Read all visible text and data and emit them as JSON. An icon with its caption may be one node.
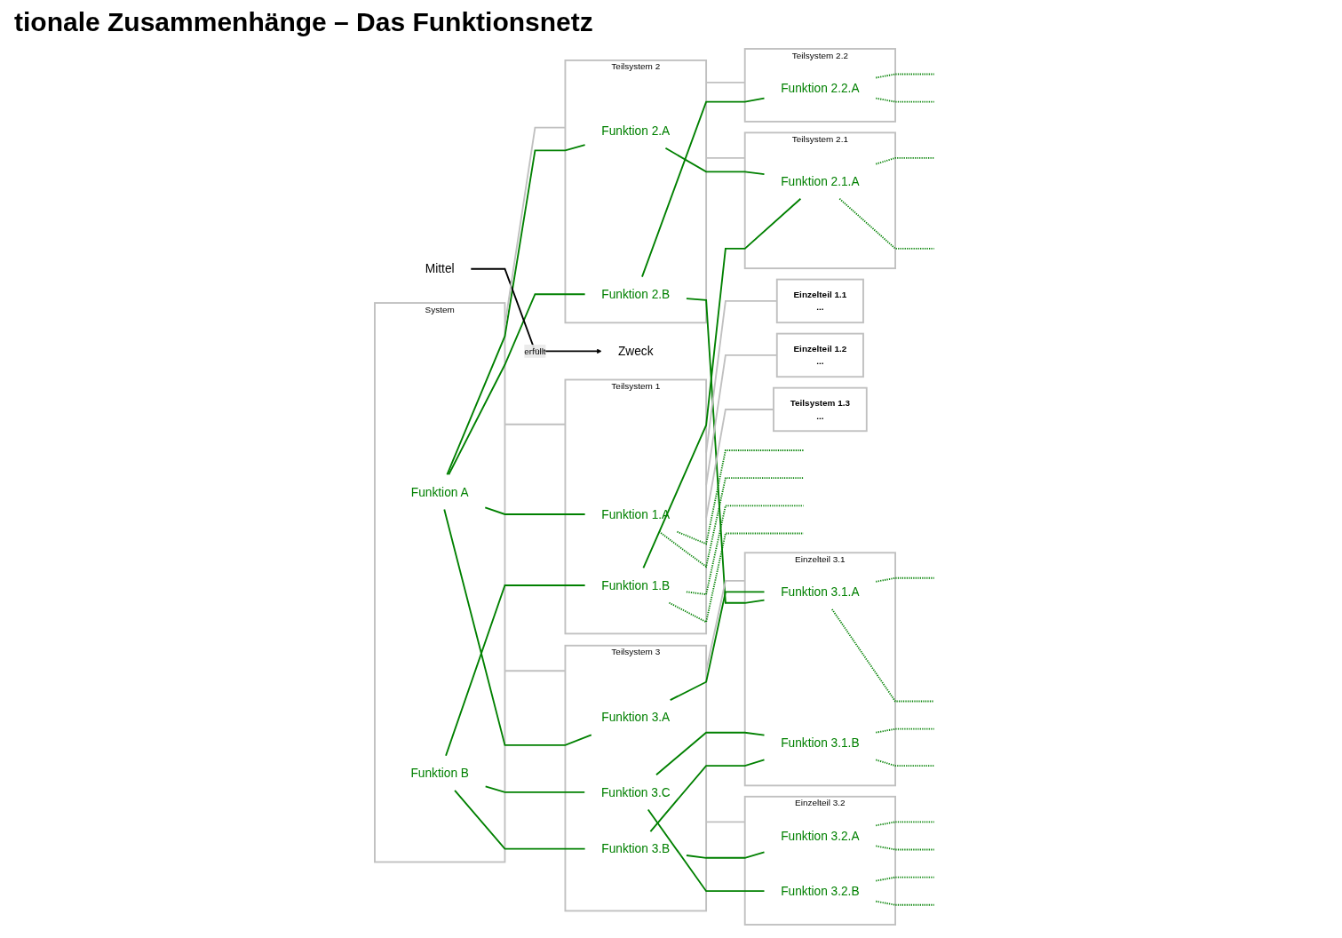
{
  "diagram": {
    "title": "tionale Zusammenhänge – Das Funktionsnetz",
    "nodes": [
      {
        "text": [
          "System"
        ]
      },
      {
        "text": [
          "Funktion A"
        ],
        "in": 0
      },
      {
        "text": [
          "Funktion B"
        ],
        "in": 0
      },
      {
        "text": [
          "Teilsystem 1"
        ]
      },
      {
        "text": [
          "Funktion 1.A"
        ],
        "in": 3
      },
      {
        "text": [
          "Funktion 1.B"
        ],
        "in": 3
      },
      {
        "text": [
          "Teilsystem 2"
        ]
      },
      {
        "text": [
          "Funktion 2.A"
        ],
        "in": 6
      },
      {
        "text": [
          "Funktion 2.B"
        ],
        "in": 6
      },
      {
        "text": [
          "Teilsystem 3"
        ]
      },
      {
        "text": [
          "Funktion 3.A"
        ],
        "in": 9
      },
      {
        "text": [
          "Funktion 3.B"
        ],
        "in": 9
      },
      {
        "text": [
          "Funktion 3.C"
        ],
        "in": 9
      },
      {
        "text": [
          "Einzelteil 1.1",
          "..."
        ]
      },
      {
        "text": [
          "Einzelteil 1.2",
          "..."
        ]
      },
      {
        "text": [
          "Teilsystem 1.3",
          "..."
        ]
      },
      {
        "text": [
          "Teilsystem 2.1"
        ]
      },
      {
        "text": [
          "Funktion 2.1.A"
        ],
        "in": 16
      },
      {
        "text": [
          "Teilsystem 2.2"
        ]
      },
      {
        "text": [
          "Funktion 2.2.A"
        ],
        "in": 18
      },
      {
        "text": [
          "Einzelteil 3.1"
        ]
      },
      {
        "text": [
          "Funktion 3.1.A"
        ],
        "in": 20
      },
      {
        "text": [
          "Funktion 3.1.B"
        ],
        "in": 20
      },
      {
        "text": [
          "Einzelteil 3.2"
        ]
      },
      {
        "text": [
          "Funktion 3.2.A"
        ],
        "in": 23
      },
      {
        "text": [
          "Funktion 3.2.B"
        ],
        "in": 23
      },
      {
        "text": [
          "Zweck"
        ]
      },
      {
        "text": [
          "Mittel"
        ]
      }
    ],
    "edges": [
      {
        "from": 0,
        "to": 3,
        "arrow": "none",
        "color": "#c0c0c0"
      },
      {
        "from": 0,
        "to": 6,
        "arrow": "none",
        "color": "#c0c0c0"
      },
      {
        "from": 0,
        "to": 9,
        "arrow": "none",
        "color": "#c0c0c0"
      },
      {
        "from": 3,
        "to": 13,
        "arrow": "none",
        "color": "#c0c0c0"
      },
      {
        "from": 3,
        "to": 14,
        "arrow": "none",
        "color": "#c0c0c0"
      },
      {
        "from": 3,
        "to": 15,
        "arrow": "none",
        "color": "#c0c0c0"
      },
      {
        "from": 6,
        "to": 16,
        "arrow": "none",
        "color": "#c0c0c0"
      },
      {
        "from": 6,
        "to": 18,
        "arrow": "none",
        "color": "#c0c0c0"
      },
      {
        "from": 9,
        "to": 20,
        "arrow": "none",
        "color": "#c0c0c0"
      },
      {
        "from": 9,
        "to": 23,
        "arrow": "none",
        "color": "#c0c0c0"
      },
      {
        "from": 1,
        "to": 4,
        "arrow": "none"
      },
      {
        "from": 1,
        "to": 7,
        "arrow": "none"
      },
      {
        "from": 1,
        "to": 8,
        "arrow": "none"
      },
      {
        "from": 1,
        "to": 10,
        "arrow": "none"
      },
      {
        "from": 2,
        "to": 5,
        "arrow": "none"
      },
      {
        "from": 2,
        "to": 11,
        "arrow": "none"
      },
      {
        "from": 2,
        "to": 12,
        "arrow": "none"
      },
      {
        "from": 5,
        "to": 17,
        "arrow": "none"
      },
      {
        "from": 7,
        "to": 17,
        "arrow": "none"
      },
      {
        "from": 8,
        "to": 19,
        "arrow": "none"
      },
      {
        "from": 8,
        "to": 21,
        "arrow": "none"
      },
      {
        "from": 10,
        "to": 21,
        "arrow": "none"
      },
      {
        "from": 11,
        "to": 22,
        "arrow": "none"
      },
      {
        "from": 11,
        "to": 24,
        "arrow": "none"
      },
      {
        "from": 12,
        "to": 22,
        "arrow": "none"
      },
      {
        "from": 12,
        "to": 25,
        "arrow": "none"
      },
      {
        "from": 4,
        "to": null,
        "arrow": "none",
        "style": "dashed"
      },
      {
        "from": 4,
        "to": null,
        "arrow": "none",
        "style": "dashed"
      },
      {
        "from": 5,
        "to": null,
        "arrow": "none",
        "style": "dashed"
      },
      {
        "from": 5,
        "to": null,
        "arrow": "none",
        "style": "dashed"
      },
      {
        "from": 17,
        "to": null,
        "arrow": "none",
        "style": "dashed"
      },
      {
        "from": 17,
        "to": null,
        "arrow": "none",
        "style": "dashed"
      },
      {
        "from": 19,
        "to": null,
        "arrow": "none",
        "style": "dashed"
      },
      {
        "from": 19,
        "to": null,
        "arrow": "none",
        "style": "dashed"
      },
      {
        "from": 21,
        "to": null,
        "arrow": "none",
        "style": "dashed"
      },
      {
        "from": 21,
        "to": null,
        "arrow": "none",
        "style": "dashed"
      },
      {
        "from": 22,
        "to": null,
        "arrow": "none",
        "style": "dashed"
      },
      {
        "from": 22,
        "to": null,
        "arrow": "none",
        "style": "dashed"
      },
      {
        "from": 24,
        "to": null,
        "arrow": "none",
        "style": "dashed"
      },
      {
        "from": 24,
        "to": null,
        "arrow": "none",
        "style": "dashed"
      },
      {
        "from": 25,
        "to": null,
        "arrow": "none",
        "style": "dashed"
      },
      {
        "from": 25,
        "to": null,
        "arrow": "none",
        "style": "dashed"
      },
      {
        "from": 27,
        "to": 26,
        "arrow": "to",
        "label": "erfüllt",
        "color": "#000000"
      }
    ]
  }
}
